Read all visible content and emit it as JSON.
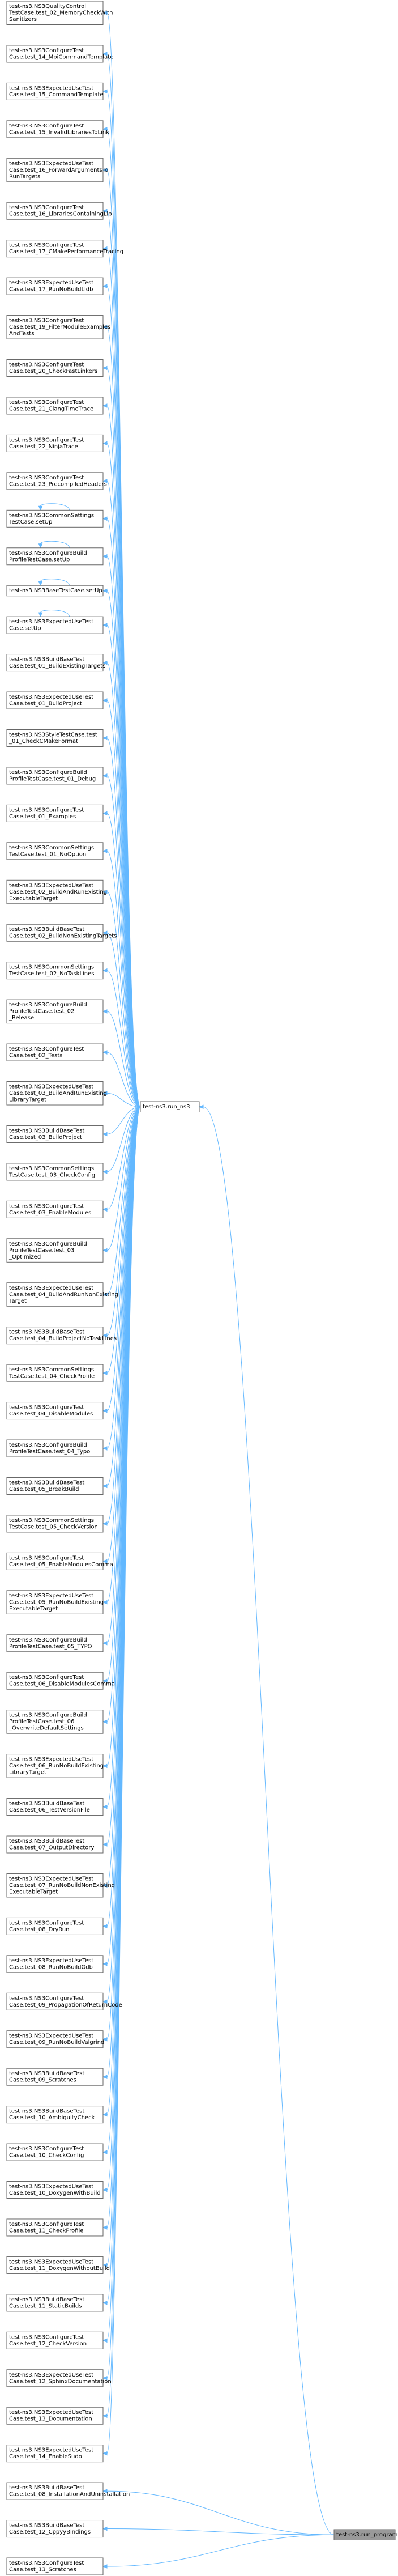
{
  "diagram": {
    "edge_color": "#63b8ff",
    "node_border_color": "#666666",
    "highlight_fill": "#999999",
    "hub": {
      "label": [
        "test-ns3.run_ns3"
      ]
    },
    "target": {
      "label": [
        "test-ns3.run_program"
      ]
    },
    "sources": [
      {
        "label": [
          "test-ns3.NS3QualityControl",
          "TestCase.test_02_MemoryCheckWith",
          "Sanitizers"
        ]
      },
      {
        "label": [
          "test-ns3.NS3ConfigureTest",
          "Case.test_14_MpiCommandTemplate"
        ]
      },
      {
        "label": [
          "test-ns3.NS3ExpectedUseTest",
          "Case.test_15_CommandTemplate"
        ]
      },
      {
        "label": [
          "test-ns3.NS3ConfigureTest",
          "Case.test_15_InvalidLibrariesToLink"
        ]
      },
      {
        "label": [
          "test-ns3.NS3ExpectedUseTest",
          "Case.test_16_ForwardArgumentsTo",
          "RunTargets"
        ]
      },
      {
        "label": [
          "test-ns3.NS3ConfigureTest",
          "Case.test_16_LibrariesContainingLib"
        ]
      },
      {
        "label": [
          "test-ns3.NS3ConfigureTest",
          "Case.test_17_CMakePerformanceTracing"
        ]
      },
      {
        "label": [
          "test-ns3.NS3ExpectedUseTest",
          "Case.test_17_RunNoBuildLldb"
        ]
      },
      {
        "label": [
          "test-ns3.NS3ConfigureTest",
          "Case.test_19_FilterModuleExamples",
          "AndTests"
        ]
      },
      {
        "label": [
          "test-ns3.NS3ConfigureTest",
          "Case.test_20_CheckFastLinkers"
        ]
      },
      {
        "label": [
          "test-ns3.NS3ConfigureTest",
          "Case.test_21_ClangTimeTrace"
        ]
      },
      {
        "label": [
          "test-ns3.NS3ConfigureTest",
          "Case.test_22_NinjaTrace"
        ]
      },
      {
        "label": [
          "test-ns3.NS3ConfigureTest",
          "Case.test_23_PrecompiledHeaders"
        ]
      },
      {
        "label": [
          "test-ns3.NS3CommonSettings",
          "TestCase.setUp"
        ],
        "self_loop": true
      },
      {
        "label": [
          "test-ns3.NS3ConfigureBuild",
          "ProfileTestCase.setUp"
        ],
        "self_loop": true
      },
      {
        "label": [
          "test-ns3.NS3BaseTestCase.setUp"
        ],
        "self_loop": true
      },
      {
        "label": [
          "test-ns3.NS3ExpectedUseTest",
          "Case.setUp"
        ],
        "self_loop": true
      },
      {
        "label": [
          "test-ns3.NS3BuildBaseTest",
          "Case.test_01_BuildExistingTargets"
        ]
      },
      {
        "label": [
          "test-ns3.NS3ExpectedUseTest",
          "Case.test_01_BuildProject"
        ]
      },
      {
        "label": [
          "test-ns3.NS3StyleTestCase.test",
          "_01_CheckCMakeFormat"
        ]
      },
      {
        "label": [
          "test-ns3.NS3ConfigureBuild",
          "ProfileTestCase.test_01_Debug"
        ]
      },
      {
        "label": [
          "test-ns3.NS3ConfigureTest",
          "Case.test_01_Examples"
        ]
      },
      {
        "label": [
          "test-ns3.NS3CommonSettings",
          "TestCase.test_01_NoOption"
        ]
      },
      {
        "label": [
          "test-ns3.NS3ExpectedUseTest",
          "Case.test_02_BuildAndRunExisting",
          "ExecutableTarget"
        ]
      },
      {
        "label": [
          "test-ns3.NS3BuildBaseTest",
          "Case.test_02_BuildNonExistingTargets"
        ]
      },
      {
        "label": [
          "test-ns3.NS3CommonSettings",
          "TestCase.test_02_NoTaskLines"
        ]
      },
      {
        "label": [
          "test-ns3.NS3ConfigureBuild",
          "ProfileTestCase.test_02",
          "_Release"
        ]
      },
      {
        "label": [
          "test-ns3.NS3ConfigureTest",
          "Case.test_02_Tests"
        ]
      },
      {
        "label": [
          "test-ns3.NS3ExpectedUseTest",
          "Case.test_03_BuildAndRunExisting",
          "LibraryTarget"
        ]
      },
      {
        "label": [
          "test-ns3.NS3BuildBaseTest",
          "Case.test_03_BuildProject"
        ]
      },
      {
        "label": [
          "test-ns3.NS3CommonSettings",
          "TestCase.test_03_CheckConfig"
        ]
      },
      {
        "label": [
          "test-ns3.NS3ConfigureTest",
          "Case.test_03_EnableModules"
        ]
      },
      {
        "label": [
          "test-ns3.NS3ConfigureBuild",
          "ProfileTestCase.test_03",
          "_Optimized"
        ]
      },
      {
        "label": [
          "test-ns3.NS3ExpectedUseTest",
          "Case.test_04_BuildAndRunNonExisting",
          "Target"
        ]
      },
      {
        "label": [
          "test-ns3.NS3BuildBaseTest",
          "Case.test_04_BuildProjectNoTaskLines"
        ]
      },
      {
        "label": [
          "test-ns3.NS3CommonSettings",
          "TestCase.test_04_CheckProfile"
        ]
      },
      {
        "label": [
          "test-ns3.NS3ConfigureTest",
          "Case.test_04_DisableModules"
        ]
      },
      {
        "label": [
          "test-ns3.NS3ConfigureBuild",
          "ProfileTestCase.test_04_Typo"
        ]
      },
      {
        "label": [
          "test-ns3.NS3BuildBaseTest",
          "Case.test_05_BreakBuild"
        ]
      },
      {
        "label": [
          "test-ns3.NS3CommonSettings",
          "TestCase.test_05_CheckVersion"
        ]
      },
      {
        "label": [
          "test-ns3.NS3ConfigureTest",
          "Case.test_05_EnableModulesComma"
        ]
      },
      {
        "label": [
          "test-ns3.NS3ExpectedUseTest",
          "Case.test_05_RunNoBuildExisting",
          "ExecutableTarget"
        ]
      },
      {
        "label": [
          "test-ns3.NS3ConfigureBuild",
          "ProfileTestCase.test_05_TYPO"
        ]
      },
      {
        "label": [
          "test-ns3.NS3ConfigureTest",
          "Case.test_06_DisableModulesComma"
        ]
      },
      {
        "label": [
          "test-ns3.NS3ConfigureBuild",
          "ProfileTestCase.test_06",
          "_OverwriteDefaultSettings"
        ]
      },
      {
        "label": [
          "test-ns3.NS3ExpectedUseTest",
          "Case.test_06_RunNoBuildExisting",
          "LibraryTarget"
        ]
      },
      {
        "label": [
          "test-ns3.NS3BuildBaseTest",
          "Case.test_06_TestVersionFile"
        ]
      },
      {
        "label": [
          "test-ns3.NS3BuildBaseTest",
          "Case.test_07_OutputDirectory"
        ]
      },
      {
        "label": [
          "test-ns3.NS3ExpectedUseTest",
          "Case.test_07_RunNoBuildNonExisting",
          "ExecutableTarget"
        ]
      },
      {
        "label": [
          "test-ns3.NS3ConfigureTest",
          "Case.test_08_DryRun"
        ]
      },
      {
        "label": [
          "test-ns3.NS3ExpectedUseTest",
          "Case.test_08_RunNoBuildGdb"
        ]
      },
      {
        "label": [
          "test-ns3.NS3ConfigureTest",
          "Case.test_09_PropagationOfReturnCode"
        ]
      },
      {
        "label": [
          "test-ns3.NS3ExpectedUseTest",
          "Case.test_09_RunNoBuildValgrind"
        ]
      },
      {
        "label": [
          "test-ns3.NS3BuildBaseTest",
          "Case.test_09_Scratches"
        ]
      },
      {
        "label": [
          "test-ns3.NS3BuildBaseTest",
          "Case.test_10_AmbiguityCheck"
        ]
      },
      {
        "label": [
          "test-ns3.NS3ConfigureTest",
          "Case.test_10_CheckConfig"
        ]
      },
      {
        "label": [
          "test-ns3.NS3ExpectedUseTest",
          "Case.test_10_DoxygenWithBuild"
        ]
      },
      {
        "label": [
          "test-ns3.NS3ConfigureTest",
          "Case.test_11_CheckProfile"
        ]
      },
      {
        "label": [
          "test-ns3.NS3ExpectedUseTest",
          "Case.test_11_DoxygenWithoutBuild"
        ]
      },
      {
        "label": [
          "test-ns3.NS3BuildBaseTest",
          "Case.test_11_StaticBuilds"
        ]
      },
      {
        "label": [
          "test-ns3.NS3ConfigureTest",
          "Case.test_12_CheckVersion"
        ]
      },
      {
        "label": [
          "test-ns3.NS3ExpectedUseTest",
          "Case.test_12_SphinxDocumentation"
        ]
      },
      {
        "label": [
          "test-ns3.NS3ExpectedUseTest",
          "Case.test_13_Documentation"
        ]
      },
      {
        "label": [
          "test-ns3.NS3ExpectedUseTest",
          "Case.test_14_EnableSudo"
        ]
      },
      {
        "label": [
          "test-ns3.NS3BuildBaseTest",
          "Case.test_08_InstallationAndUninstallation"
        ],
        "direct": true
      },
      {
        "label": [
          "test-ns3.NS3BuildBaseTest",
          "Case.test_12_CppyyBindings"
        ],
        "direct": true
      },
      {
        "label": [
          "test-ns3.NS3ConfigureTest",
          "Case.test_13_Scratches"
        ],
        "direct": true
      }
    ]
  }
}
